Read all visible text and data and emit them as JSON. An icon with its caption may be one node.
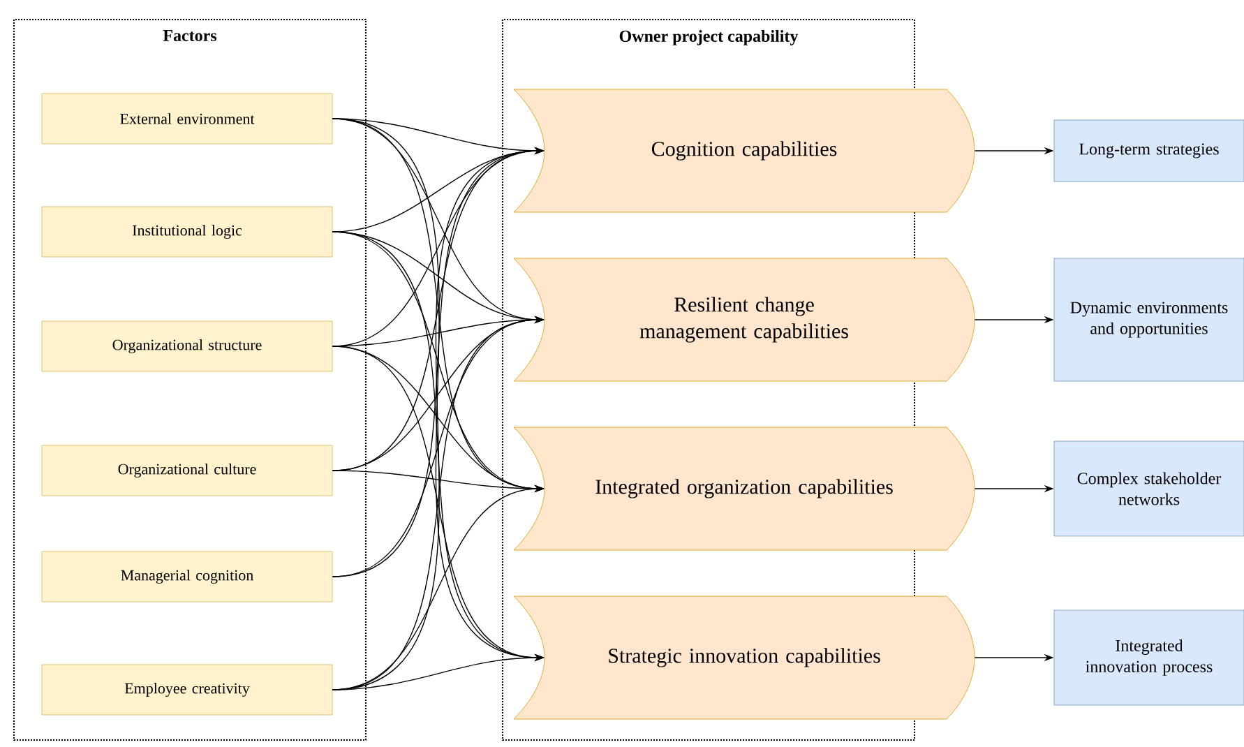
{
  "diagram": {
    "nodes": [
      {
        "text": [
          "Factors"
        ]
      },
      {
        "text": [
          "External environment"
        ],
        "in": 0
      },
      {
        "text": [
          "Institutional logic"
        ],
        "in": 0
      },
      {
        "text": [
          "Organizational structure"
        ],
        "in": 0
      },
      {
        "text": [
          "Organizational culture"
        ],
        "in": 0
      },
      {
        "text": [
          "Managerial cognition"
        ],
        "in": 0
      },
      {
        "text": [
          "Employee creativity"
        ],
        "in": 0
      },
      {
        "text": [
          "Cognition capabilities"
        ]
      },
      {
        "text": [
          "Resilient change management capabilities"
        ]
      },
      {
        "text": [
          "Integrated organization capabilities"
        ]
      },
      {
        "text": [
          "Strategic innovation capabilities"
        ]
      },
      {
        "text": [
          "Long-term strategies"
        ]
      },
      {
        "text": [
          "Dynamic environments and opportunities"
        ]
      },
      {
        "text": [
          "Complex stakeholder networks"
        ]
      },
      {
        "text": [
          "Integrated innovation process"
        ]
      }
    ],
    "edges": [
      {
        "from": 1,
        "to": 7,
        "arrow": "to"
      },
      {
        "from": 1,
        "to": 8,
        "arrow": "to"
      },
      {
        "from": 1,
        "to": 9,
        "arrow": "to"
      },
      {
        "from": 1,
        "to": 10,
        "arrow": "to"
      },
      {
        "from": 2,
        "to": 7,
        "arrow": "to"
      },
      {
        "from": 2,
        "to": 8,
        "arrow": "to"
      },
      {
        "from": 2,
        "to": 9,
        "arrow": "to"
      },
      {
        "from": 2,
        "to": 10,
        "arrow": "to"
      },
      {
        "from": 3,
        "to": 7,
        "arrow": "to"
      },
      {
        "from": 3,
        "to": 8,
        "arrow": "to"
      },
      {
        "from": 3,
        "to": 9,
        "arrow": "to"
      },
      {
        "from": 3,
        "to": 10,
        "arrow": "to"
      },
      {
        "from": 4,
        "to": 7,
        "arrow": "to"
      },
      {
        "from": 4,
        "to": 8,
        "arrow": "to"
      },
      {
        "from": 4,
        "to": 9,
        "arrow": "to"
      },
      {
        "from": 5,
        "to": 7,
        "arrow": "to"
      },
      {
        "from": 5,
        "to": 8,
        "arrow": "to"
      },
      {
        "from": 6,
        "to": 7,
        "arrow": "to"
      },
      {
        "from": 6,
        "to": 8,
        "arrow": "to"
      },
      {
        "from": 6,
        "to": 9,
        "arrow": "to"
      },
      {
        "from": 6,
        "to": 10,
        "arrow": "to"
      },
      {
        "from": 7,
        "to": 11,
        "arrow": "to"
      },
      {
        "from": 8,
        "to": 12,
        "arrow": "to"
      },
      {
        "from": 9,
        "to": 13,
        "arrow": "to"
      },
      {
        "from": 10,
        "to": 14,
        "arrow": "to"
      }
    ],
    "labels": [
      "Owner project capability"
    ]
  }
}
